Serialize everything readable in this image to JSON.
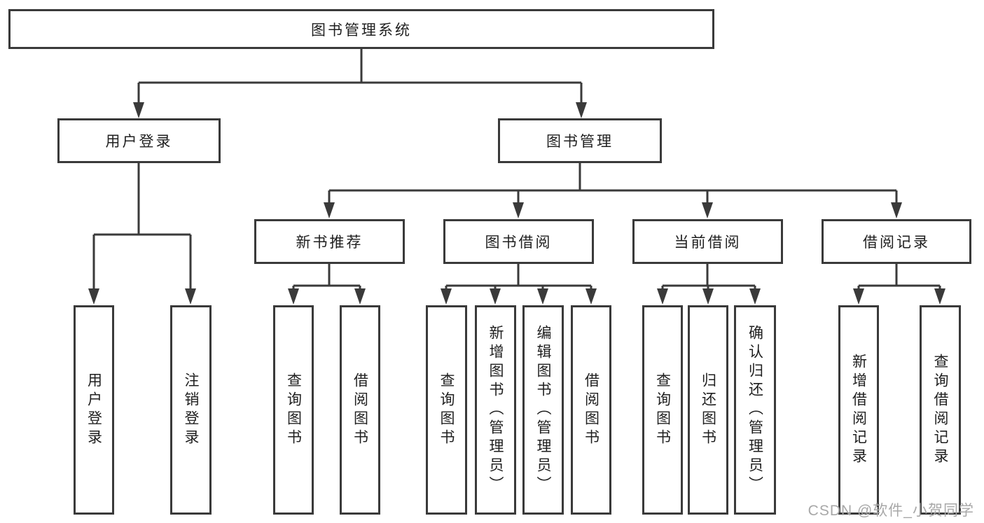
{
  "colors": {
    "line": "#3a3a3a",
    "text": "#1f1f1f",
    "watermark": "#a8a8a8",
    "background": "#ffffff"
  },
  "tree": {
    "label": "图书管理系统",
    "children": [
      {
        "label": "用户登录",
        "children": [
          {
            "label": "用户登录"
          },
          {
            "label": "注销登录"
          }
        ]
      },
      {
        "label": "图书管理",
        "children": [
          {
            "label": "新书推荐",
            "children": [
              {
                "label": "查询图书"
              },
              {
                "label": "借阅图书"
              }
            ]
          },
          {
            "label": "图书借阅",
            "children": [
              {
                "label": "查询图书"
              },
              {
                "label": "新增图书（管理员）"
              },
              {
                "label": "编辑图书（管理员）"
              },
              {
                "label": "借阅图书"
              }
            ]
          },
          {
            "label": "当前借阅",
            "children": [
              {
                "label": "查询图书"
              },
              {
                "label": "归还图书"
              },
              {
                "label": "确认归还（管理员）"
              }
            ]
          },
          {
            "label": "借阅记录",
            "children": [
              {
                "label": "新增借阅记录"
              },
              {
                "label": "查询借阅记录"
              }
            ]
          }
        ]
      }
    ]
  },
  "watermark": {
    "text": "CSDN @软件_小贺同学"
  }
}
